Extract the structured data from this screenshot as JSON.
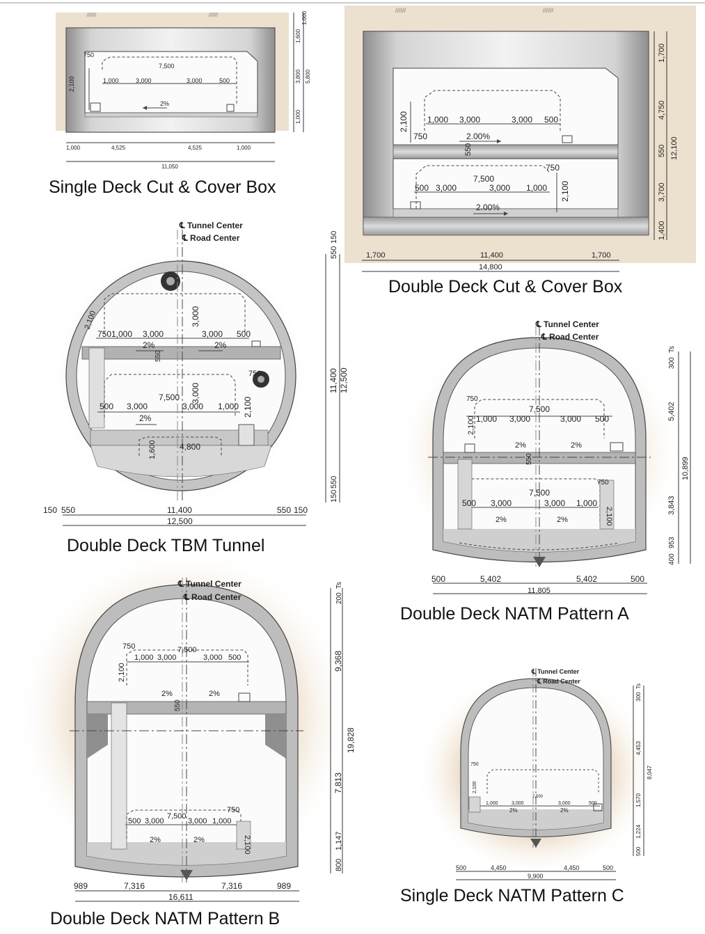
{
  "colors": {
    "soil": "#ece0cf",
    "concrete_dark": "#8e8e8e",
    "concrete_light": "#e8e8e8",
    "slab": "#a8a8a8",
    "line": "#333333",
    "glow_blue": "#d2e6f4",
    "glow_tan": "#e8d4bb"
  },
  "panels": {
    "single_box": {
      "caption": "Single Deck Cut & Cover Box",
      "dims": {
        "w750": "750",
        "h2100": "2,100",
        "w7500": "7,500",
        "w1000": "1,000",
        "w3000a": "3,000",
        "w3000b": "3,000",
        "w500": "500",
        "slope": "2%",
        "r1000top": "1,000",
        "r1600": "1,600",
        "r3800": "3,800",
        "r5800": "5,800",
        "r1000bot": "1,000",
        "b1000l": "1,000",
        "b4525l": "4,525",
        "b4525r": "4,525",
        "b1000r": "1,000",
        "b11050": "11,050"
      }
    },
    "double_box": {
      "caption": "Double Deck Cut & Cover Box",
      "dims": {
        "u2100": "2,100",
        "u750": "750",
        "u1000": "1,000",
        "u3000a": "3,000",
        "u3000b": "3,000",
        "u500": "500",
        "u_slope": "2.00%",
        "slab550": "550",
        "l750": "750",
        "l7500": "7,500",
        "l500": "500",
        "l3000a": "3,000",
        "l3000b": "3,000",
        "l1000": "1,000",
        "l2100": "2,100",
        "l_slope": "2.00%",
        "r1700": "1,700",
        "r4750": "4,750",
        "r550": "550",
        "r3700": "3,700",
        "r1400": "1,400",
        "r12100": "12,100",
        "b1700l": "1,700",
        "b11400": "11,400",
        "b1700r": "1,700",
        "b14800": "14,800"
      }
    },
    "tbm": {
      "caption": "Double Deck TBM Tunnel",
      "tunnel_center": "℄ Tunnel Center",
      "road_center": "℄ Road Center",
      "dims": {
        "u2100": "2,100",
        "u750": "750",
        "u1000": "1,000",
        "u3000a": "3,000",
        "u3000b": "3,000",
        "u500": "500",
        "u3000v": "3,000",
        "slopeA": "2%",
        "slopeB": "2%",
        "slab550": "550",
        "l750": "750",
        "l7500": "7,500",
        "l500": "500",
        "l3000a": "3,000",
        "l3000b": "3,000",
        "l1000": "1,000",
        "l3000v": "3,000",
        "l2100": "2,100",
        "l_slope": "2%",
        "s1600": "1,600",
        "s4800": "4,800",
        "r550top": "550",
        "r150top": "150",
        "r11400": "11,400",
        "r12500": "12,500",
        "r150bot": "150",
        "r550bot": "550",
        "b150l": "150",
        "b550l": "550",
        "b11400": "11,400",
        "b550r": "550",
        "b150r": "150",
        "b12500": "12,500"
      }
    },
    "natm_a": {
      "caption": "Double Deck NATM Pattern A",
      "tunnel_center": "℄ Tunnel Center",
      "road_center": "℄ Road Center",
      "dims": {
        "u750": "750",
        "u2100": "2,100",
        "u7500": "7,500",
        "u1000": "1,000",
        "u3000a": "3,000",
        "u3000b": "3,000",
        "u500": "500",
        "slopeA": "2%",
        "slopeB": "2%",
        "slab550": "550",
        "l750": "750",
        "l2100": "2,100",
        "l7500": "7,500",
        "l500": "500",
        "l3000a": "3,000",
        "l3000b": "3,000",
        "l1000": "1,000",
        "l_slopeA": "2%",
        "l_slopeB": "2%",
        "r300": "300",
        "rTs": "Ts",
        "r5402": "5,402",
        "r10899": "10,899",
        "r3843": "3,843",
        "r953": "953",
        "r400": "400",
        "b500l": "500",
        "b5402l": "5,402",
        "b5402r": "5,402",
        "b500r": "500",
        "b11805": "11,805"
      }
    },
    "natm_b": {
      "caption": "Double Deck NATM Pattern B",
      "tunnel_center": "℄ Tunnel Center",
      "road_center": "℄ Road Center",
      "dims": {
        "u750": "750",
        "u2100": "2,100",
        "u7500": "7,500",
        "u1000": "1,000",
        "u3000a": "3,000",
        "u3000b": "3,000",
        "u500": "500",
        "slopeA": "2%",
        "slopeB": "2%",
        "slab550": "550",
        "l750": "750",
        "l2100": "2,100",
        "l7500": "7,500",
        "l500": "500",
        "l3000a": "3,000",
        "l3000b": "3,000",
        "l1000": "1,000",
        "l_slopeA": "2%",
        "l_slopeB": "2%",
        "r200": "200",
        "rTs": "Ts",
        "r9368": "9,368",
        "r19828": "19,828",
        "r7813": "7,813",
        "r1147": "1,147",
        "r800": "800",
        "b989l": "989",
        "b7316l": "7,316",
        "b16611": "16,611",
        "b7316r": "7,316",
        "b989r": "989"
      }
    },
    "natm_c": {
      "caption": "Single Deck NATM Pattern C",
      "tunnel_center": "℄ Tunnel Center",
      "road_center": "℄ Road Center",
      "dims": {
        "u750": "750",
        "u2100": "2,100",
        "u7500": "7,500",
        "u1000": "1,000",
        "u3000a": "3,000",
        "u3000b": "3,000",
        "u500": "500",
        "slopeA": "2%",
        "slopeB": "2%",
        "r300": "300",
        "rTs": "Ts",
        "r4453": "4,453",
        "r8047": "8,047",
        "r1570": "1,570",
        "r1224": "1,224",
        "r500": "500",
        "b500l": "500",
        "b4450l": "4,450",
        "b4450r": "4,450",
        "b500r": "500",
        "b9900": "9,900"
      }
    }
  }
}
